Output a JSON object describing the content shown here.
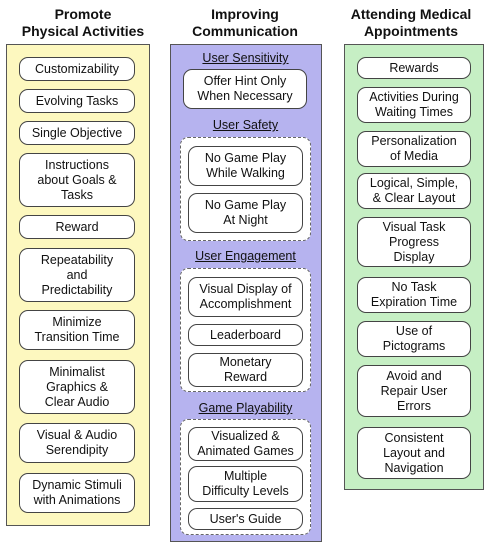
{
  "columns": [
    {
      "title": "Promote\nPhysical Activities",
      "items": [
        "Customizability",
        "Evolving Tasks",
        "Single Objective",
        "Instructions\nabout Goals &\nTasks",
        "Reward",
        "Repeatability\nand\nPredictability",
        "Minimize\nTransition Time",
        "Minimalist\nGraphics &\nClear Audio",
        "Visual & Audio\nSerendipity",
        "Dynamic Stimuli\nwith Animations"
      ]
    },
    {
      "title": "Improving\nCommunication",
      "sections": [
        {
          "title": "User Sensitivity",
          "items": [
            "Offer Hint Only\nWhen Necessary"
          ]
        },
        {
          "title": "User Safety",
          "items": [
            "No Game Play\nWhile Walking",
            "No Game Play\nAt Night"
          ]
        },
        {
          "title": "User Engagement",
          "items": [
            "Visual Display of\nAccomplishment",
            "Leaderboard",
            "Monetary\nReward"
          ]
        },
        {
          "title": "Game Playability",
          "items": [
            "Visualized &\nAnimated Games",
            "Multiple\nDifficulty Levels",
            "User's Guide"
          ]
        }
      ]
    },
    {
      "title": "Attending Medical\nAppointments",
      "items": [
        "Rewards",
        "Activities During\nWaiting Times",
        "Personalization\nof Media",
        "Logical, Simple,\n& Clear Layout",
        "Visual Task\nProgress\nDisplay",
        "No Task\nExpiration Time",
        "Use of\nPictograms",
        "Avoid and\nRepair User\nErrors",
        "Consistent\nLayout and\nNavigation"
      ]
    }
  ],
  "colors": {
    "yellow": "#fdf8bf",
    "purple": "#b6b3ef",
    "green": "#c6efc4"
  }
}
